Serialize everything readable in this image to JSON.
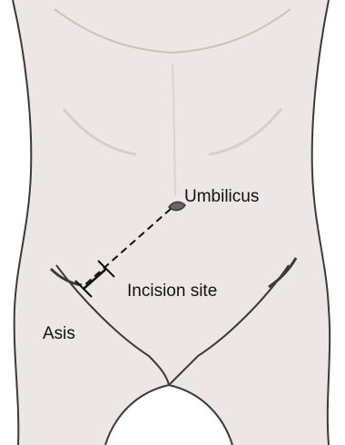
{
  "labels": {
    "umbilicus": "Umbilicus",
    "incision_site": "Incision site",
    "asis": "Asis"
  },
  "colors": {
    "background": "#ffffff",
    "skin": "#ece7e4",
    "outline": "#3a3a3a",
    "shading": "#b9b2ad",
    "marker": "#111111"
  }
}
